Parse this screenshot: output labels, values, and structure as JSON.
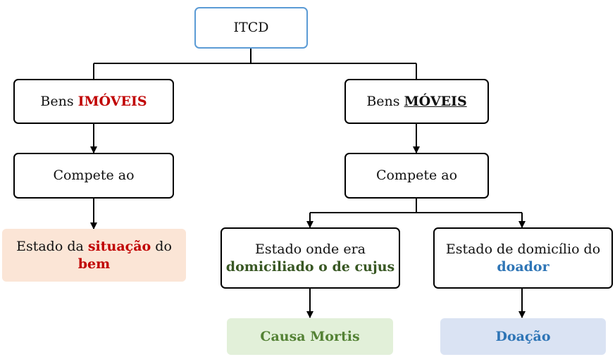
{
  "diagram": {
    "root": {
      "label": "ITCD"
    },
    "left_branch": {
      "category": {
        "prefix": "Bens",
        "highlight": "IMÓVEIS",
        "highlight_color": "#c00000"
      },
      "compete": "Compete ao",
      "result": {
        "prefix": "Estado da",
        "highlight": "situação",
        "middle": "do",
        "highlight2": "bem",
        "bg": "#fbe5d6",
        "highlight_color": "#c00000"
      }
    },
    "right_branch": {
      "category": {
        "prefix": "Bens",
        "highlight": "MÓVEIS"
      },
      "compete": "Compete ao",
      "sub_left": {
        "line1": "Estado onde era",
        "line2": "domiciliado o de cujus",
        "line2_color": "#385723",
        "result": "Causa Mortis",
        "result_bg": "#e2f0d9",
        "result_color": "#548235"
      },
      "sub_right": {
        "line1": "Estado de domicílio do",
        "line2": "doador",
        "line2_color": "#2e75b6",
        "result": "Doação",
        "result_bg": "#dae3f3",
        "result_color": "#2e75b6"
      }
    }
  }
}
